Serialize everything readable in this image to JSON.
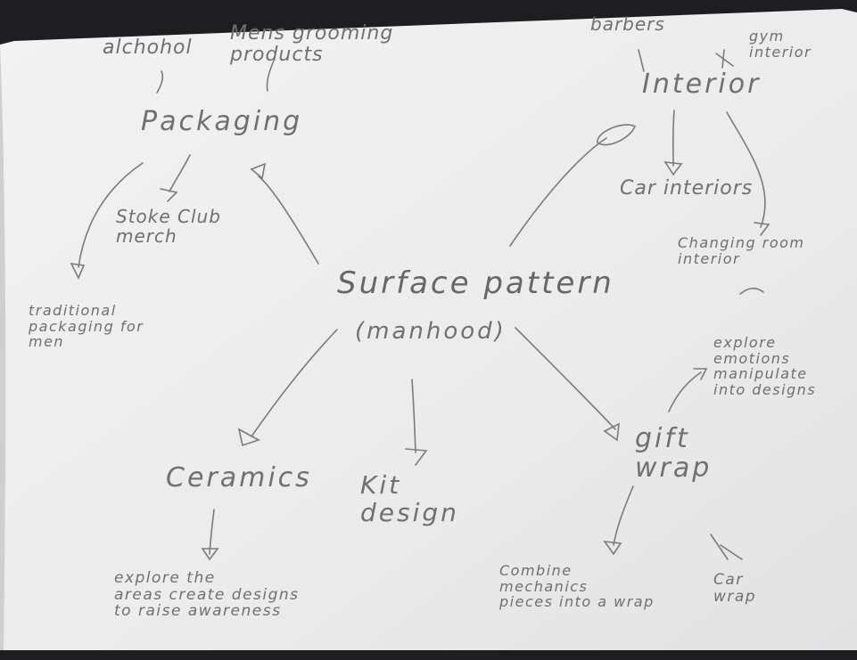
{
  "diagram": {
    "center": {
      "title": "Surface pattern",
      "subtitle": "(manhood)"
    },
    "branches": {
      "packaging": {
        "label": "Packaging",
        "above_left": "alchohol",
        "above_right": "Mens grooming\nproducts",
        "sub_merch": "Stoke Club\nmerch",
        "sub_traditional": "traditional\npackaging for\nmen"
      },
      "interior": {
        "label": "Interior",
        "above_left": "barbers",
        "above_right": "gym\ninterior",
        "sub_car": "Car interiors",
        "sub_changing": "Changing room\ninterior"
      },
      "ceramics": {
        "label": "Ceramics",
        "note": "explore the\nareas create designs\nto raise awareness"
      },
      "kit": {
        "label": "Kit\ndesign"
      },
      "gift_wrap": {
        "label": "gift\nwrap",
        "note_emotions": "explore\nemotions\nmanipulate\ninto designs",
        "note_combine": "Combine\nmechanics\npieces into a wrap",
        "note_car": "Car\nwrap"
      }
    }
  },
  "colors": {
    "paper": "#ededed",
    "pencil": "#6f6f74",
    "binding": "#1e1e22"
  }
}
